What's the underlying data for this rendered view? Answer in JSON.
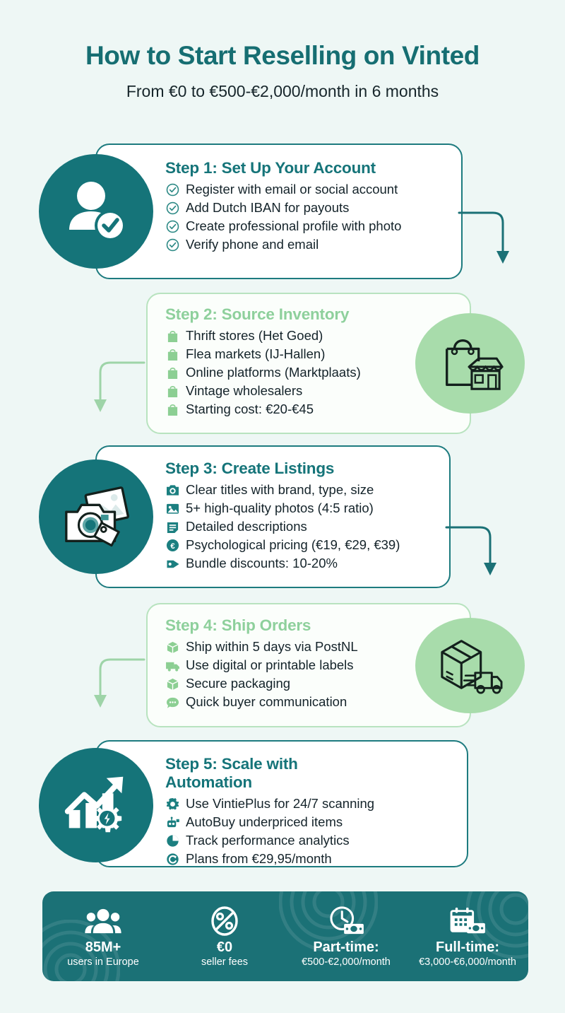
{
  "header": {
    "title": "How to Start Reselling on Vinted",
    "subtitle": "From €0 to €500-€2,000/month in 6 months"
  },
  "colors": {
    "background": "#eef7f5",
    "teal": "#157479",
    "teal_border": "#1d7b7f",
    "green": "#a8dcab",
    "green_title": "#8ed09c",
    "green_border": "#b8e3bf",
    "text": "#14232a",
    "footer_bg": "#1b7176"
  },
  "steps": [
    {
      "id": "step-1",
      "title": "Step 1: Set Up Your Account",
      "theme": "teal",
      "icon": "user-check-icon",
      "icon_side": "left",
      "bullet_icon_default": "check-circle-icon",
      "bullets": [
        {
          "icon": "check-circle-icon",
          "text": "Register with email or social account"
        },
        {
          "icon": "check-circle-icon",
          "text": "Add Dutch IBAN for payouts"
        },
        {
          "icon": "check-circle-icon",
          "text": "Create professional profile with photo"
        },
        {
          "icon": "check-circle-icon",
          "text": "Verify phone and email"
        }
      ]
    },
    {
      "id": "step-2",
      "title": "Step 2: Source Inventory",
      "theme": "green",
      "icon": "shopping-bag-store-icon",
      "icon_side": "right",
      "bullet_icon_default": "shopping-bag-icon",
      "bullets": [
        {
          "icon": "shopping-bag-icon",
          "text": "Thrift stores (Het Goed)"
        },
        {
          "icon": "shopping-bag-icon",
          "text": "Flea markets (IJ-Hallen)"
        },
        {
          "icon": "shopping-bag-icon",
          "text": "Online platforms (Marktplaats)"
        },
        {
          "icon": "shopping-bag-icon",
          "text": "Vintage wholesalers"
        },
        {
          "icon": "shopping-bag-icon",
          "text": "Starting cost: €20-€45"
        }
      ]
    },
    {
      "id": "step-3",
      "title": "Step 3: Create Listings",
      "theme": "teal",
      "icon": "camera-photo-tag-icon",
      "icon_side": "left",
      "bullet_icon_default": "camera-icon",
      "bullets": [
        {
          "icon": "camera-icon",
          "text": "Clear titles with brand, type, size"
        },
        {
          "icon": "image-icon",
          "text": "5+ high-quality photos (4:5 ratio)"
        },
        {
          "icon": "document-icon",
          "text": "Detailed descriptions"
        },
        {
          "icon": "euro-circle-icon",
          "text": "Psychological pricing (€19, €29, €39)"
        },
        {
          "icon": "tag-icon",
          "text": "Bundle discounts: 10-20%"
        }
      ]
    },
    {
      "id": "step-4",
      "title": "Step 4: Ship Orders",
      "theme": "green",
      "icon": "box-truck-icon",
      "icon_side": "right",
      "bullet_icon_default": "box-icon",
      "bullets": [
        {
          "icon": "box-icon",
          "text": "Ship within 5 days via PostNL"
        },
        {
          "icon": "truck-icon",
          "text": "Use digital or printable labels"
        },
        {
          "icon": "box-icon",
          "text": "Secure packaging"
        },
        {
          "icon": "chat-icon",
          "text": "Quick buyer communication"
        }
      ]
    },
    {
      "id": "step-5",
      "title": "Step 5: Scale with Automation",
      "theme": "teal",
      "icon": "growth-chart-gear-icon",
      "icon_side": "left",
      "bullet_icon_default": "gear-icon",
      "bullets": [
        {
          "icon": "gear-icon",
          "text": "Use VintiePlus for 24/7 scanning"
        },
        {
          "icon": "robot-icon",
          "text": "AutoBuy underpriced items"
        },
        {
          "icon": "pie-chart-icon",
          "text": "Track performance analytics"
        },
        {
          "icon": "refresh-icon",
          "text": "Plans from €29,95/month"
        }
      ]
    }
  ],
  "footer": {
    "stats": [
      {
        "icon": "people-group-icon",
        "value": "85M+",
        "label": "users in Europe"
      },
      {
        "icon": "no-percent-icon",
        "value": "€0",
        "label": "seller fees"
      },
      {
        "icon": "clock-money-icon",
        "value": "Part-time:",
        "label": "€500-€2,000/month"
      },
      {
        "icon": "calendar-money-icon",
        "value": "Full-time:",
        "label": "€3,000-€6,000/month"
      }
    ]
  }
}
